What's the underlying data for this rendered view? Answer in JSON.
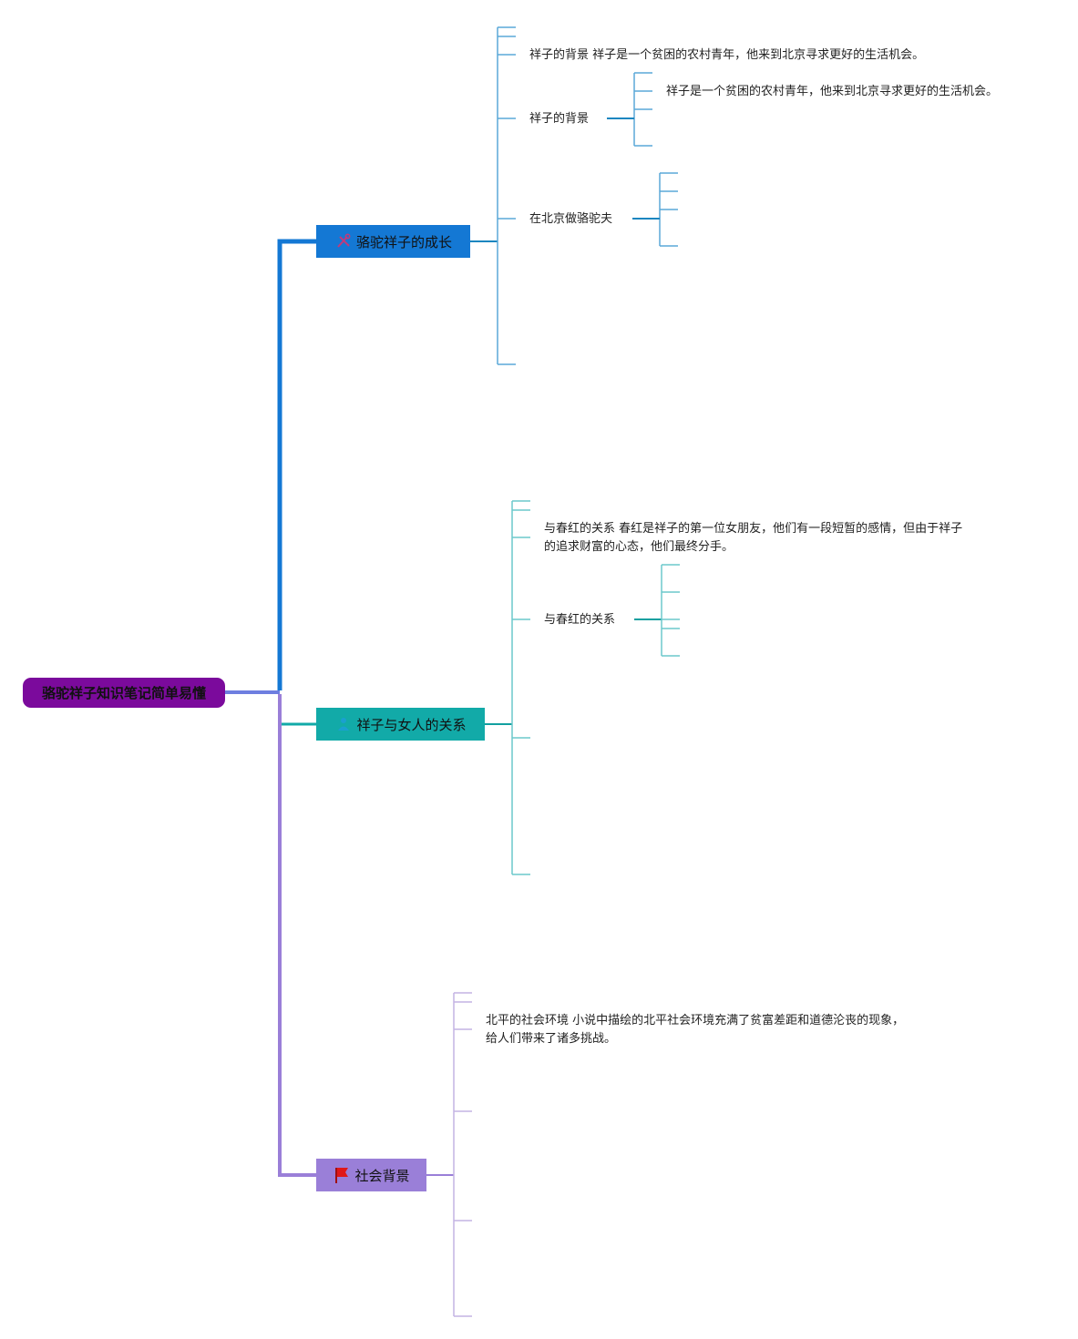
{
  "root": {
    "label": "骆驼祥子知识笔记简单易懂",
    "color": "#7b0a9c"
  },
  "branches": [
    {
      "label": "骆驼祥子的成长",
      "color": "#1478d4",
      "icon": "tools-icon",
      "children": [
        {
          "text_lines": [
            "祥子的背景 祥子是一个贫困的农村青年，他来到北京寻求更好的生活机会。"
          ]
        },
        {
          "label": "祥子的背景",
          "children": [
            "祥子是一个贫困的农村青年，他来到北京寻求更好的生活机会。"
          ]
        },
        {
          "label": "在北京做骆驼夫"
        }
      ]
    },
    {
      "label": "祥子与女人的关系",
      "color": "#12aaa8",
      "icon": "person-icon",
      "children": [
        {
          "text_lines": [
            "与春红的关系 春红是祥子的第一位女朋友，他们有一段短暂的感情，但由于祥子",
            "的追求财富的心态，他们最终分手。"
          ]
        },
        {
          "label": "与春红的关系"
        }
      ]
    },
    {
      "label": "社会背景",
      "color": "#9a7fd8",
      "icon": "red-flag-icon",
      "children": [
        {
          "text_lines": [
            "北平的社会环境 小说中描绘的北平社会环境充满了贫富差距和道德沦丧的现象，",
            "给人们带来了诸多挑战。"
          ]
        }
      ]
    }
  ]
}
